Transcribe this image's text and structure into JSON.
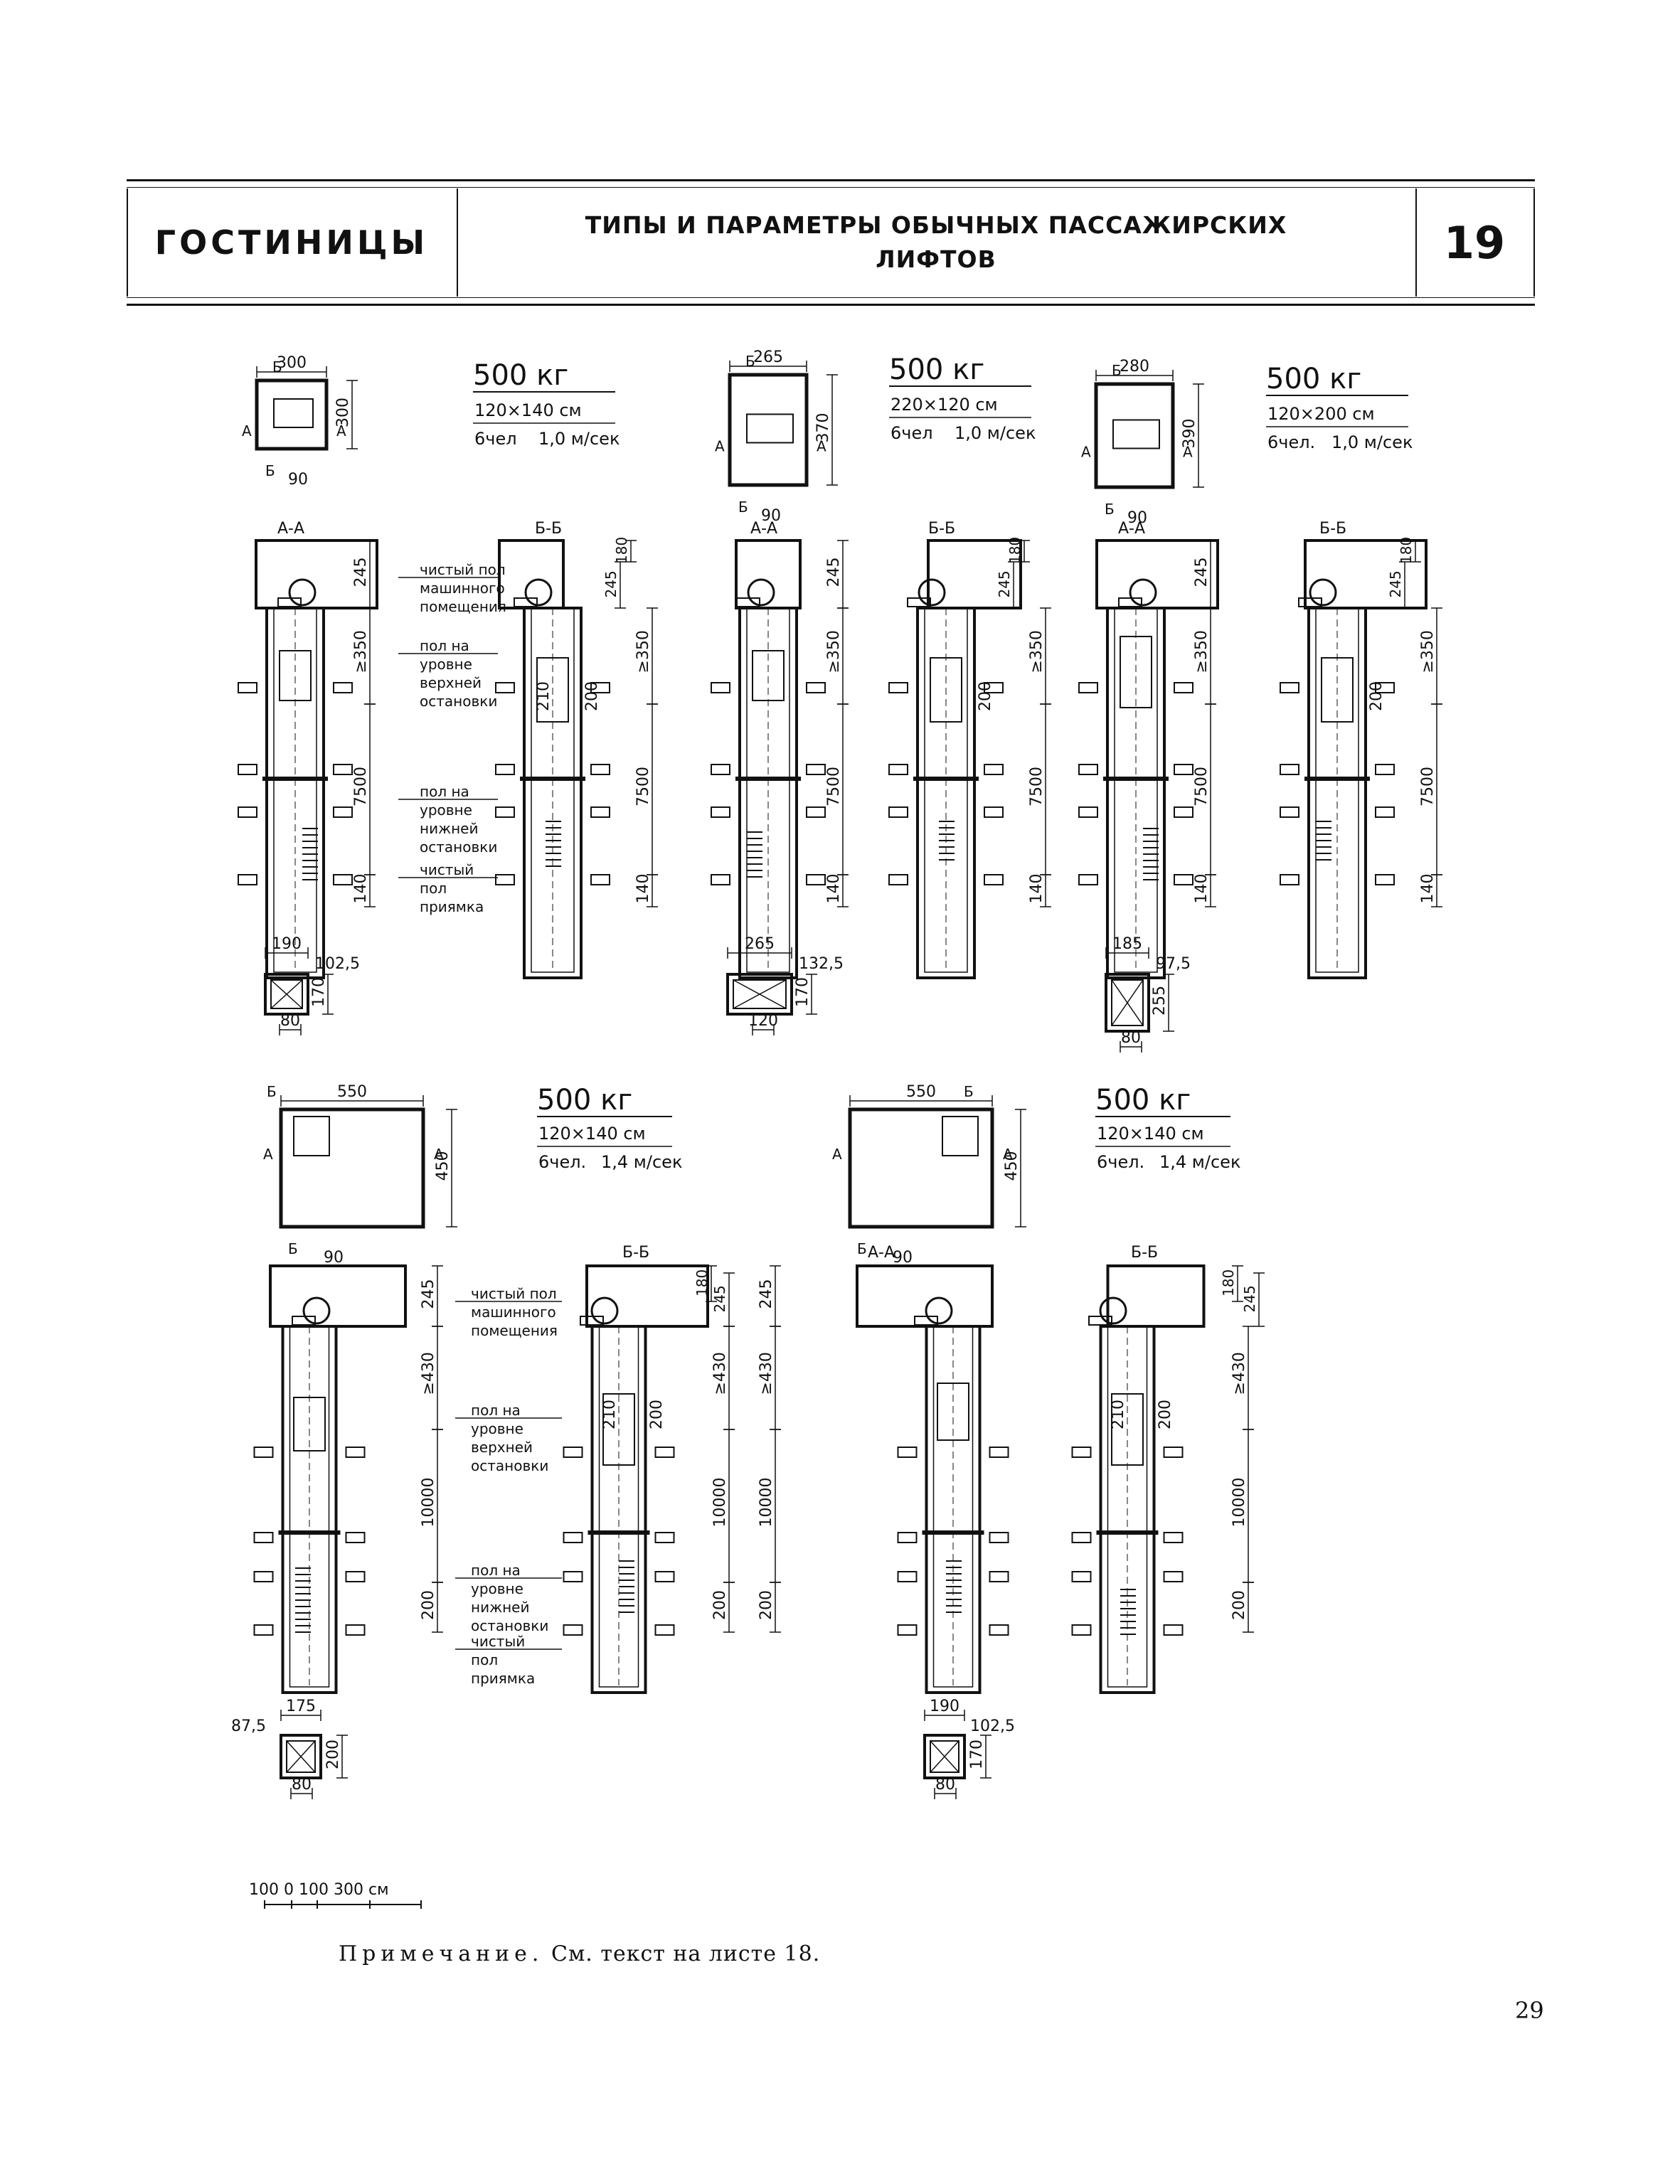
{
  "header": {
    "section": "ГОСТИНИЦЫ",
    "title_line1": "ТИПЫ И ПАРАМЕТРЫ ОБЫЧНЫХ ПАССАЖИРСКИХ",
    "title_line2": "ЛИФТОВ",
    "sheet_number": "19"
  },
  "lifts": [
    {
      "load": "500 кг",
      "cabin": "120×140 см",
      "capacity": "6чел",
      "speed": "1,0 м/сек",
      "plan_w": "300",
      "plan_h": "300",
      "mach_h": "245",
      "top_h": "≥350",
      "travel": "7500",
      "pit": "140",
      "bb_top": "180",
      "bb_mach": "245",
      "door_h": "210",
      "door_w": "200",
      "cab_w": "190",
      "cab_off": "102,5",
      "cab_h": "170",
      "cab_b": "80",
      "offset": "90"
    },
    {
      "load": "500 кг",
      "cabin": "220×120 см",
      "capacity": "6чел",
      "speed": "1,0 м/сек",
      "plan_w": "265",
      "plan_h": "370",
      "mach_h": "245",
      "top_h": "≥350",
      "travel": "7500",
      "pit": "140",
      "bb_top": "180",
      "bb_mach": "245",
      "door_h": "",
      "door_w": "200",
      "cab_w": "265",
      "cab_off": "132,5",
      "cab_h": "170",
      "cab_b": "120",
      "offset": "90"
    },
    {
      "load": "500 кг",
      "cabin": "120×200 см",
      "capacity": "6чел.",
      "speed": "1,0 м/сек",
      "plan_w": "280",
      "plan_h": "390",
      "mach_h": "245",
      "top_h": "≥350",
      "travel": "7500",
      "pit": "140",
      "bb_top": "180",
      "bb_mach": "245",
      "door_h": "",
      "door_w": "200",
      "cab_w": "185",
      "cab_off": "97,5",
      "cab_h": "255",
      "cab_b": "80",
      "offset": "90"
    },
    {
      "load": "500 кг",
      "cabin": "120×140 см",
      "capacity": "6чел.",
      "speed": "1,4 м/сек",
      "plan_w": "550",
      "plan_h": "450",
      "mach_h": "245",
      "top_h": "≥430",
      "travel": "10000",
      "pit": "200",
      "bb_top": "180",
      "bb_mach": "245",
      "door_h": "210",
      "door_w": "200",
      "cab_w": "175",
      "cab_off": "87,5",
      "cab_h": "200",
      "cab_b": "80",
      "offset": "90"
    },
    {
      "load": "500 кг",
      "cabin": "120×140 см",
      "capacity": "6чел.",
      "speed": "1,4 м/сек",
      "plan_w": "550",
      "plan_h": "450",
      "mach_h": "245",
      "top_h": "≥430",
      "travel": "10000",
      "pit": "200",
      "bb_top": "180",
      "bb_mach": "245",
      "door_h": "210",
      "door_w": "200",
      "cab_w": "190",
      "cab_off": "102,5",
      "cab_h": "170",
      "cab_b": "80",
      "offset": "90"
    }
  ],
  "section_labels": {
    "aa": "А-А",
    "bb": "Б-Б",
    "a": "А",
    "b": "Б"
  },
  "callouts": {
    "machine_floor": [
      "чистый пол",
      "машинного",
      "помещения"
    ],
    "top_floor": [
      "пол на",
      "уровне",
      "верхней",
      "остановки"
    ],
    "bottom_floor": [
      "пол на",
      "уровне",
      "нижней",
      "остановки"
    ],
    "pit_floor": [
      "чистый",
      "пол",
      "приямка"
    ]
  },
  "scale_bar": "100  0  100    300 см",
  "note": {
    "lead": "Примечание.",
    "text": " См. текст на листе 18."
  },
  "page_number": "29"
}
